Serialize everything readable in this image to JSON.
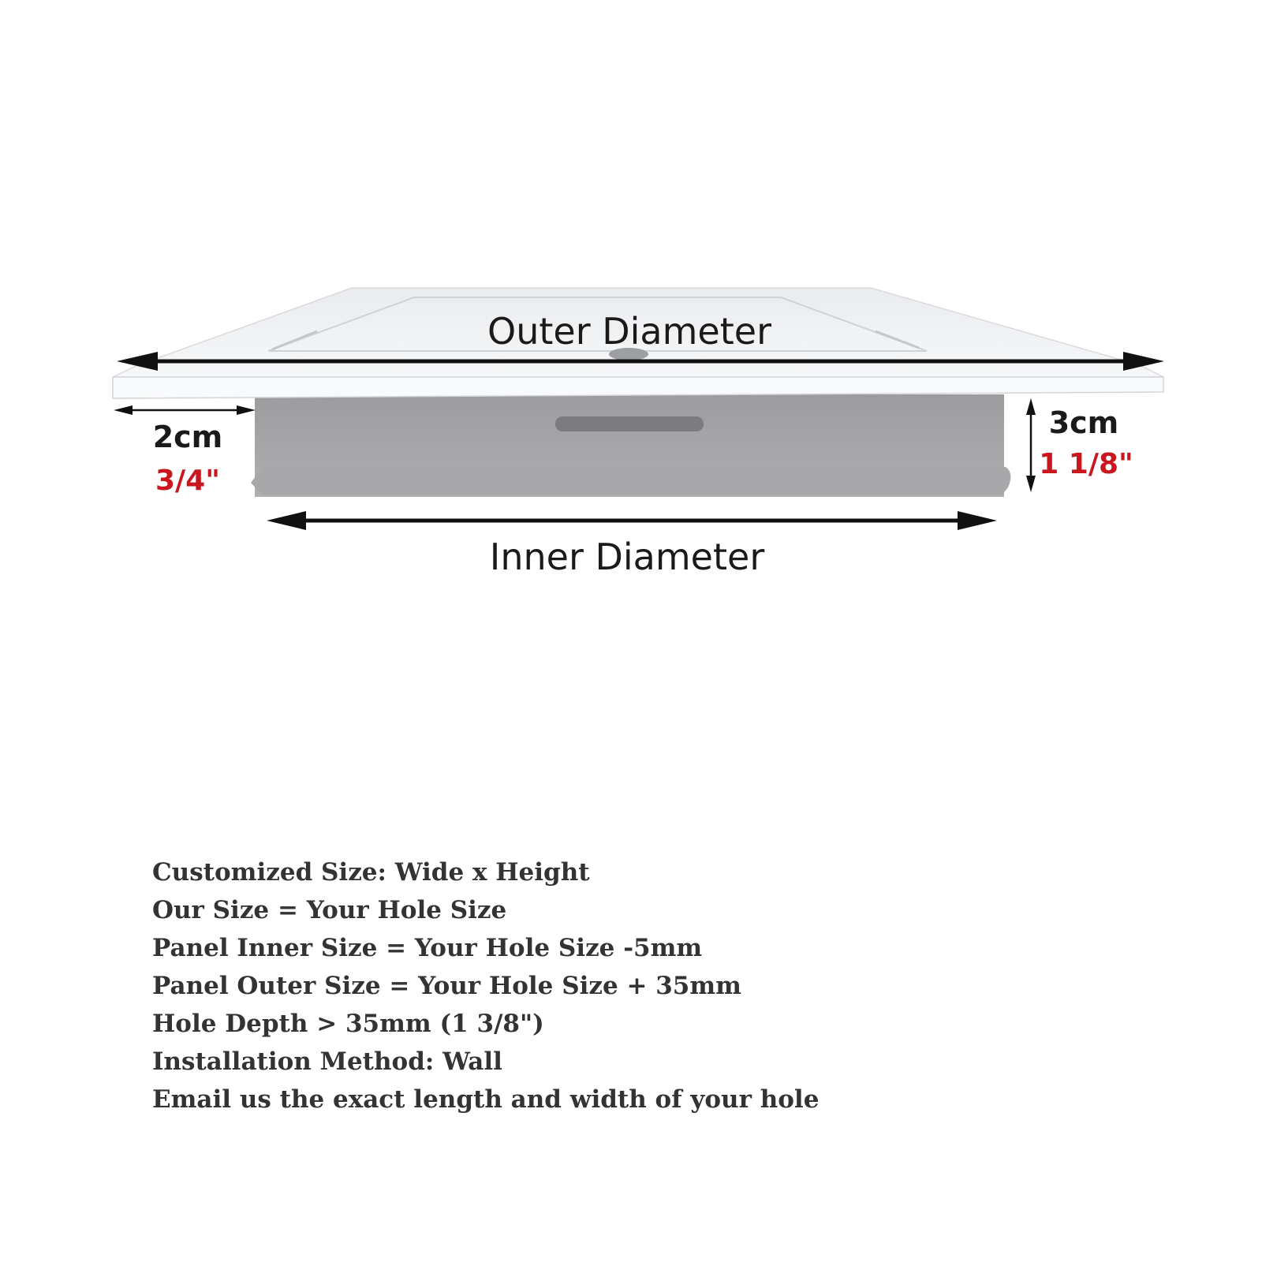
{
  "diagram": {
    "outer_label": "Outer Diameter",
    "inner_label": "Inner Diameter",
    "flange_width_metric": "2cm",
    "flange_width_imperial": "3/4\"",
    "depth_metric": "3cm",
    "depth_imperial": "1 1/8\"",
    "colors": {
      "arrow": "#111111",
      "metric_text": "#1a1a1a",
      "imperial_text": "#c8171f",
      "panel_top": "#f4f5f6",
      "panel_box": "#a3a3a5"
    }
  },
  "specs": [
    "Customized Size: Wide x Height",
    "Our Size = Your Hole Size",
    "Panel Inner Size = Your Hole Size -5mm",
    "Panel Outer Size = Your Hole Size + 35mm",
    "Hole Depth > 35mm (1 3/8\")",
    "Installation Method: Wall",
    "Email us the exact length and width of your hole"
  ]
}
